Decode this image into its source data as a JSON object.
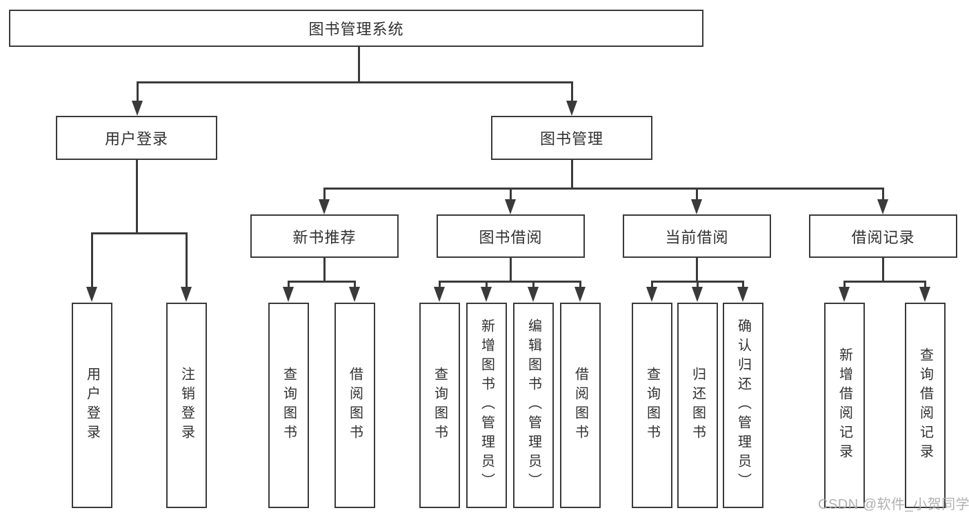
{
  "tree": {
    "label": "图书管理系统",
    "children": [
      {
        "label": "用户登录",
        "children": [
          {
            "label": "用户登录"
          },
          {
            "label": "注销登录"
          }
        ]
      },
      {
        "label": "图书管理",
        "children": [
          {
            "label": "新书推荐",
            "children": [
              {
                "label": "查询图书"
              },
              {
                "label": "借阅图书"
              }
            ]
          },
          {
            "label": "图书借阅",
            "children": [
              {
                "label": "查询图书"
              },
              {
                "label": "新增图书（管理员）"
              },
              {
                "label": "编辑图书（管理员）"
              },
              {
                "label": "借阅图书"
              }
            ]
          },
          {
            "label": "当前借阅",
            "children": [
              {
                "label": "查询图书"
              },
              {
                "label": "归还图书"
              },
              {
                "label": "确认归还（管理员）"
              }
            ]
          },
          {
            "label": "借阅记录",
            "children": [
              {
                "label": "新增借阅记录"
              },
              {
                "label": "查询借阅记录"
              }
            ]
          }
        ]
      }
    ]
  },
  "watermark": "CSDN @软件_小贺同学",
  "colors": {
    "line": "#3a3a3a",
    "text": "#303030",
    "watermark": "#aaaaaa",
    "background": "#ffffff"
  }
}
